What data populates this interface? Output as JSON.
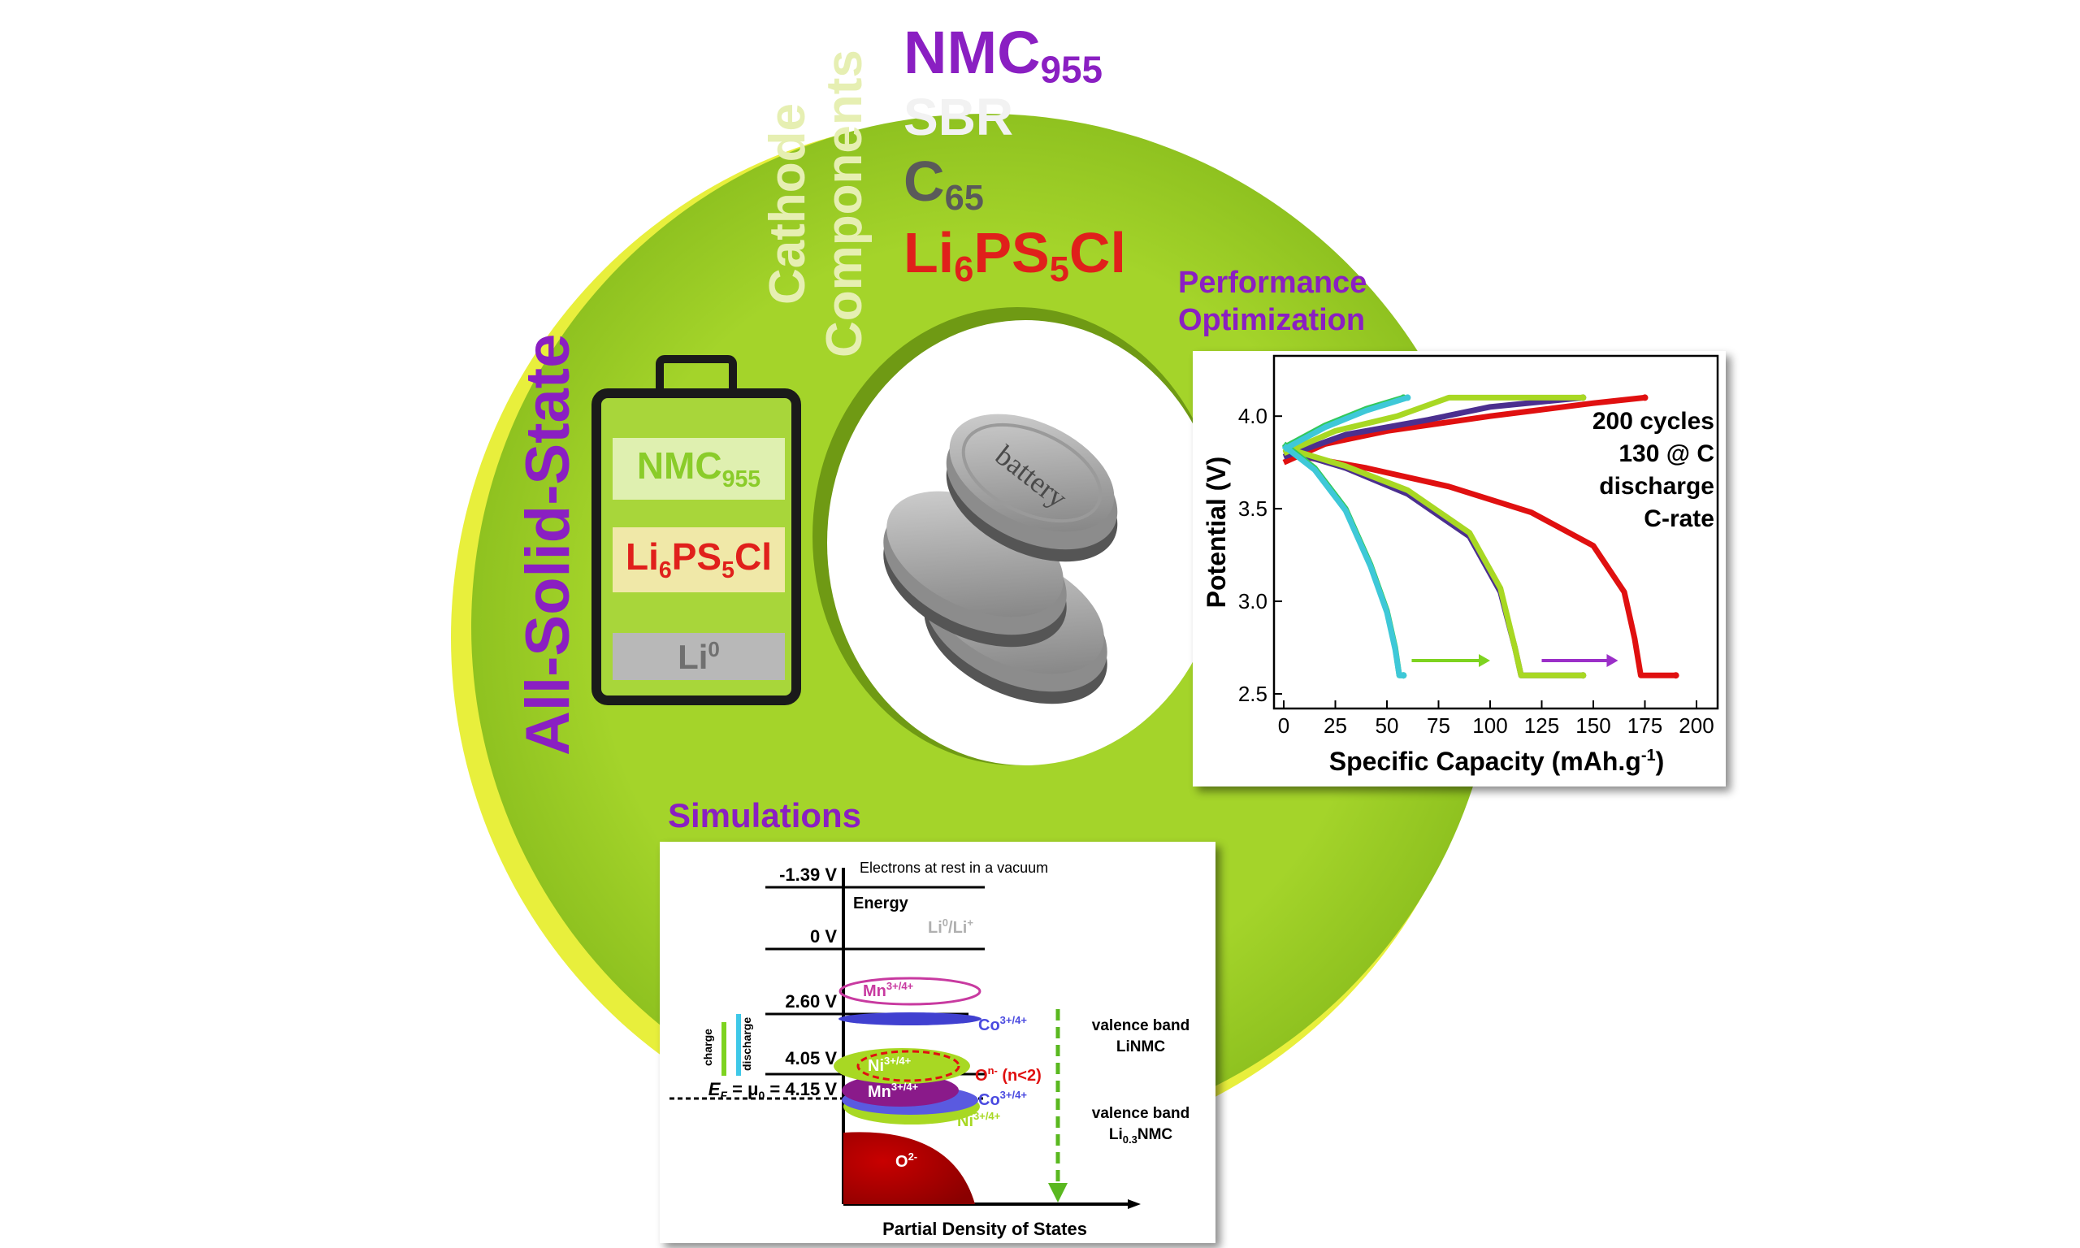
{
  "ring": {
    "outer_color": "#9acd32",
    "highlight_color": "#e6f13a",
    "all_solid_state": "All-Solid-State",
    "cathode": "Cathode",
    "components": "Components"
  },
  "components": [
    {
      "name": "NMC",
      "sub": "955",
      "color": "#8a1fc2"
    },
    {
      "name": "SBR",
      "sub": "",
      "color": "#f2f2f2"
    },
    {
      "name": "C",
      "sub": "65",
      "color": "#5a5a5a"
    },
    {
      "name": "Li",
      "sub": "6",
      "mid": "PS",
      "sub2": "5",
      "tail": "Cl",
      "color": "#e0201b"
    }
  ],
  "battery": {
    "layers": [
      {
        "text": "NMC",
        "sub": "955",
        "text_color": "#8acc2a",
        "fill": "#dff0b0"
      },
      {
        "text": "Li",
        "sub": "6",
        "mid": "PS",
        "sub2": "5",
        "tail": "Cl",
        "text_color": "#e0201b",
        "fill": "#f0e8a8"
      },
      {
        "text": "Li",
        "sup": "0",
        "text_color": "#707070",
        "fill": "#b8b8b8"
      }
    ]
  },
  "coin_cell_label": "battery",
  "performance_label": [
    "Performance",
    "Optimization"
  ],
  "simulations_label": "Simulations",
  "chart_data": {
    "type": "line",
    "xlabel": "Specific Capacity (mAh.g",
    "xlabel_sup": "-1",
    "xlabel_tail": ")",
    "ylabel": "Potential (V)",
    "xlim": [
      0,
      200
    ],
    "ylim": [
      2.5,
      4.15
    ],
    "xticks": [
      0,
      25,
      50,
      75,
      100,
      125,
      150,
      175,
      200
    ],
    "yticks": [
      2.5,
      3.0,
      3.5,
      4.0
    ],
    "annotation": [
      "200 cycles",
      "130 @ C",
      "discharge",
      "C-rate"
    ],
    "series": [
      {
        "color": "#e01010",
        "charge": {
          "x": [
            0,
            20,
            50,
            100,
            150,
            175
          ],
          "y": [
            3.75,
            3.85,
            3.92,
            4.0,
            4.07,
            4.1
          ]
        },
        "discharge": {
          "x": [
            0,
            40,
            80,
            120,
            150,
            165,
            170,
            173,
            190
          ],
          "y": [
            3.8,
            3.72,
            3.62,
            3.48,
            3.3,
            3.05,
            2.8,
            2.6,
            2.6
          ]
        }
      },
      {
        "color": "#4b2f8f",
        "charge": {
          "x": [
            0,
            30,
            70,
            100,
            145
          ],
          "y": [
            3.78,
            3.9,
            3.98,
            4.05,
            4.1
          ]
        },
        "discharge": {
          "x": [
            0,
            30,
            60,
            90,
            105,
            112,
            115,
            145
          ],
          "y": [
            3.82,
            3.72,
            3.58,
            3.35,
            3.05,
            2.75,
            2.6,
            2.6
          ]
        }
      },
      {
        "color": "#a8d823",
        "charge": {
          "x": [
            0,
            25,
            55,
            80,
            145
          ],
          "y": [
            3.8,
            3.92,
            4.0,
            4.1,
            4.1
          ]
        },
        "discharge": {
          "x": [
            0,
            30,
            60,
            90,
            105,
            112,
            115,
            145
          ],
          "y": [
            3.83,
            3.73,
            3.6,
            3.37,
            3.07,
            2.75,
            2.6,
            2.6
          ]
        }
      },
      {
        "color": "#32c85a",
        "charge": {
          "x": [
            0,
            20,
            40,
            58
          ],
          "y": [
            3.83,
            3.95,
            4.04,
            4.1
          ]
        },
        "discharge": {
          "x": [
            0,
            15,
            30,
            42,
            50,
            54,
            56,
            58
          ],
          "y": [
            3.85,
            3.72,
            3.5,
            3.2,
            2.95,
            2.75,
            2.6,
            2.6
          ]
        }
      },
      {
        "color": "#3ec8d8",
        "charge": {
          "x": [
            0,
            20,
            40,
            60
          ],
          "y": [
            3.82,
            3.94,
            4.03,
            4.1
          ]
        },
        "discharge": {
          "x": [
            0,
            15,
            30,
            42,
            50,
            54,
            56,
            58
          ],
          "y": [
            3.84,
            3.71,
            3.49,
            3.19,
            2.94,
            2.74,
            2.6,
            2.6
          ]
        }
      }
    ],
    "arrows": [
      {
        "x_from": 62,
        "x_to": 100,
        "y": 2.68,
        "color": "#7ed320"
      },
      {
        "x_from": 125,
        "x_to": 162,
        "y": 2.68,
        "color": "#9b2fc8"
      }
    ]
  },
  "energy_diagram": {
    "levels": [
      "-1.39 V",
      "0 V",
      "2.60 V",
      "4.05 V"
    ],
    "fermi": "E",
    "fermi_sub": "F",
    "fermi_eq": " = μ",
    "fermi_sub2": "0",
    "fermi_val": " = 4.15 V",
    "vacuum_note": "Electrons at rest in a vacuum",
    "energy_label": "Energy",
    "li_ref": "Li",
    "li_ref_sup": "0",
    "li_ref_tail": "/Li",
    "li_ref_sup2": "+",
    "charge": "charge",
    "discharge": "discharge",
    "mn_top": "Mn",
    "mn_top_sup": "3+/4+",
    "co_top": "Co",
    "co_top_sup": "3+/4+",
    "ni_top": "Ni",
    "ni_top_sup": "3+/4+",
    "o_n": "O",
    "o_n_sup": "n-",
    "o_n_tail": " (n<2)",
    "mn_bottom": "Mn",
    "mn_bottom_sup": "3+/4+",
    "co_bottom": "Co",
    "co_bottom_sup": "3+/4+",
    "ni_bottom": "Ni",
    "ni_bottom_sup": "3+/4+",
    "o2": "O",
    "o2_sup": "2-",
    "valence1": [
      "valence band",
      "LiNMC"
    ],
    "valence2_a": "valence band",
    "valence2_b": "Li",
    "valence2_sub": "0.3",
    "valence2_tail": "NMC",
    "xaxis": "Partial Density of States"
  }
}
